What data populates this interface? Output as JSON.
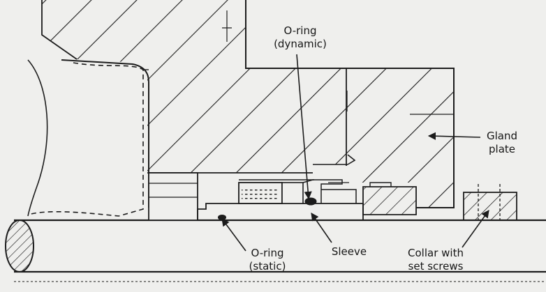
{
  "labels": {
    "oring_dynamic": [
      "O-ring",
      "(dynamic)"
    ],
    "gland_plate": [
      "Gland",
      "plate"
    ],
    "oring_static": [
      "O-ring",
      "(static)"
    ],
    "sleeve": "Sleeve",
    "collar": [
      "Collar with",
      "set screws"
    ]
  },
  "colors": {
    "ink": "#1c1c1c",
    "paper": "#efefed"
  }
}
